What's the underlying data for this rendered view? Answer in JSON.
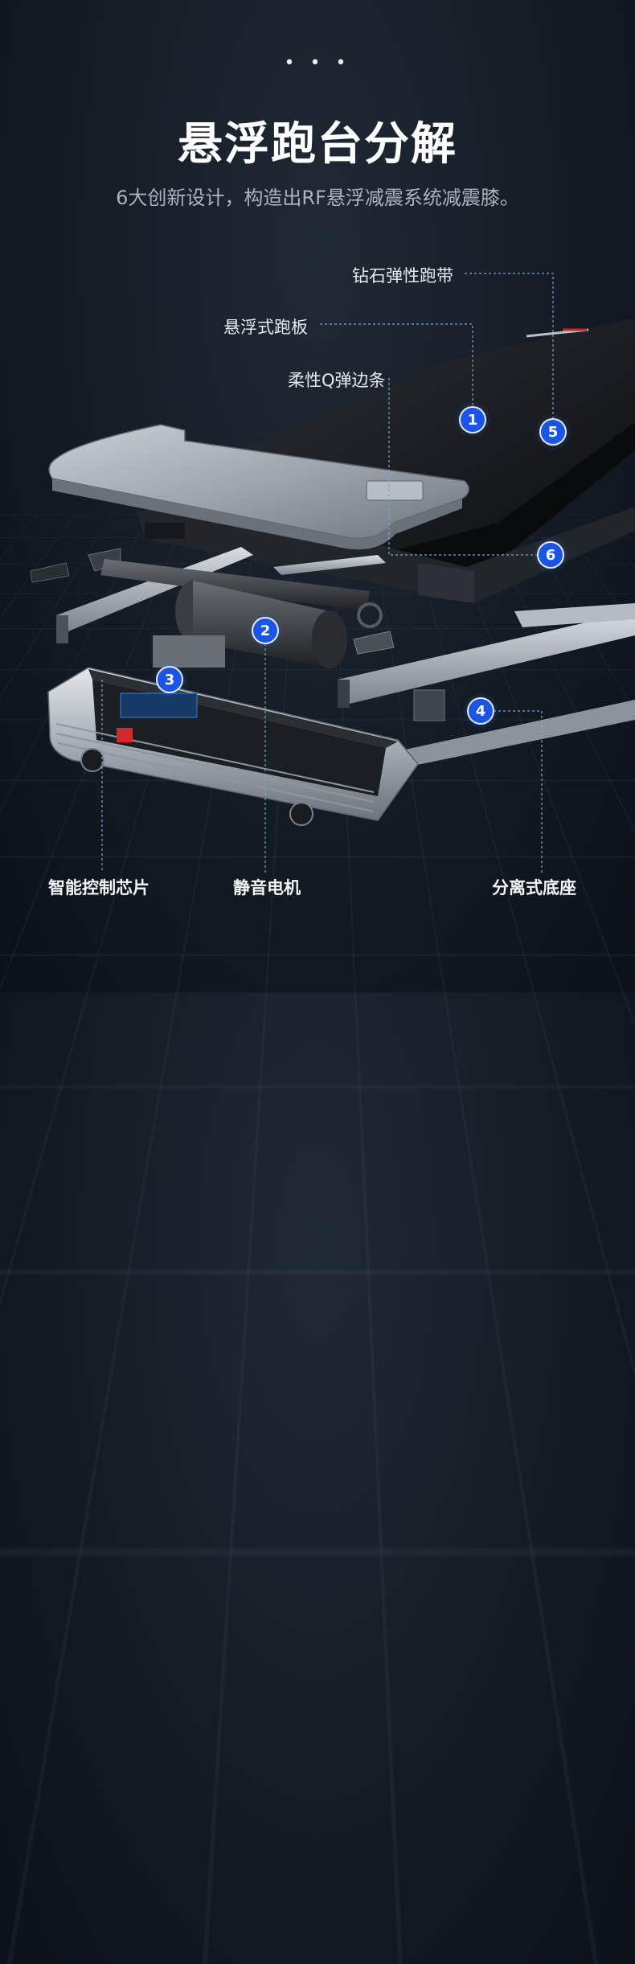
{
  "header": {
    "dots": "• • •",
    "title": "悬浮跑台分解",
    "subtitle": "6大创新设计，构造出RF悬浮减震系统减震膝。"
  },
  "callouts": [
    {
      "number": "1",
      "label": "悬浮式跑板"
    },
    {
      "number": "2",
      "label": "静音电机"
    },
    {
      "number": "3",
      "label": "智能控制芯片"
    },
    {
      "number": "4",
      "label": "分离式底座"
    },
    {
      "number": "5",
      "label": "钻石弹性跑带"
    },
    {
      "number": "6",
      "label": "柔性Q弹边条"
    }
  ],
  "colors": {
    "badge": "#1a55e8",
    "leader": "#7da4d8",
    "background": "#141b24"
  }
}
